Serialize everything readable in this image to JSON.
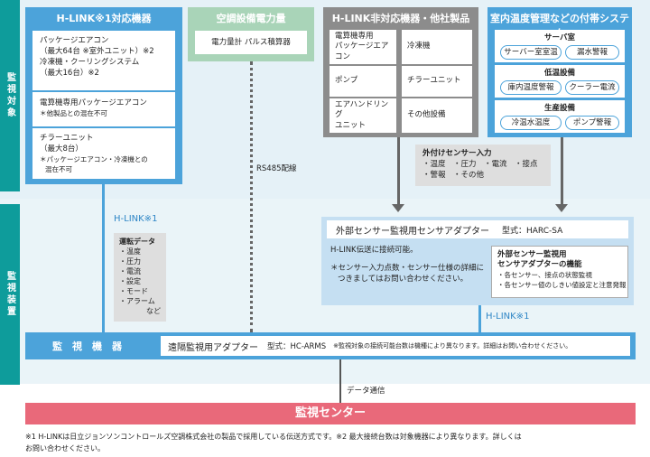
{
  "side_labels": {
    "top": "監視対象",
    "middle": "監視装置"
  },
  "col1": {
    "header": "H-LINK※1対応機器",
    "box1_lines": [
      "パッケージエアコン",
      "（最大64台 ※室外ユニット）※2",
      "冷凍機・クーリングシステム",
      "（最大16台）※2"
    ],
    "box2_lines": [
      "電算機専用パッケージエアコン",
      "＊他製品との混在不可"
    ],
    "box3_lines": [
      "チラーユニット",
      "（最大8台）",
      "＊パッケージエアコン・冷凍機との",
      "混在不可"
    ]
  },
  "col2": {
    "header": "空調設備電力量",
    "item": "電力量計 パルス積算器",
    "rs485": "RS485配線"
  },
  "col3": {
    "header": "H-LINK非対応機器・他社製品",
    "cells": [
      "電算機専用\nパッケージエアコン",
      "冷凍機",
      "ポンプ",
      "チラーユニット",
      "エアハンドリング\nユニット",
      "その他設備"
    ],
    "sensor_title": "外付けセンサー入力",
    "sensor_line1": "・温度　・圧力　・電流　・接点",
    "sensor_line2": "・警報　・その他"
  },
  "col4": {
    "header": "室内温度管理などの付帯システム",
    "groups": [
      {
        "title": "サーバ室",
        "pills": [
          "サーバー室室温",
          "漏水警報"
        ]
      },
      {
        "title": "低温設備",
        "pills": [
          "庫内温度警報",
          "クーラー電流"
        ]
      },
      {
        "title": "生産設備",
        "pills": [
          "冷温水温度",
          "ポンプ警報"
        ]
      }
    ]
  },
  "hlink_label": "H-LINK※1",
  "run_data": {
    "title": "運転データ",
    "items": [
      "・温度",
      "・圧力",
      "・電流",
      "・設定",
      "・モード",
      "・アラーム",
      "など"
    ]
  },
  "adapter": {
    "title": "外部センサー監視用センサアダプター",
    "model": "型式：HARC-SA",
    "line1": "H-LINK伝送に接続可能。",
    "line2": "＊センサー入力点数・センサー仕様の詳細に",
    "line3": "つきましてはお問い合わせください。",
    "func_title1": "外部センサー監視用",
    "func_title2": "センサアダプターの機能",
    "func_items": [
      "・各センサー、接点の状態監視",
      "・各センサー値のしきい値設定と注意発報"
    ]
  },
  "hlink_label2": "H-LINK※1",
  "monitor": {
    "label": "監　視　機　器",
    "adapter_name": "遠隔監視用アダプター",
    "model": "型式：HC-ARMS",
    "note": "※監視対象の接続可能台数は機種により異なります。詳細はお問い合わせください。"
  },
  "data_comm": "データ通信",
  "center": "監視センター",
  "footnote_line1": "※1 H-LINKは日立ジョンソンコントロールズ空調株式会社の製品で採用している伝送方式です。※2 最大接続台数は対象機器により異なります。詳しくは",
  "footnote_line2": "お問い合わせください。",
  "colors": {
    "teal": "#0e9c9b",
    "blue": "#4ca3da",
    "gray_hdr": "#8c8c8c",
    "gray_light": "#dedede",
    "pink": "#e9697a",
    "green_hdr": "#a9d4b8"
  }
}
